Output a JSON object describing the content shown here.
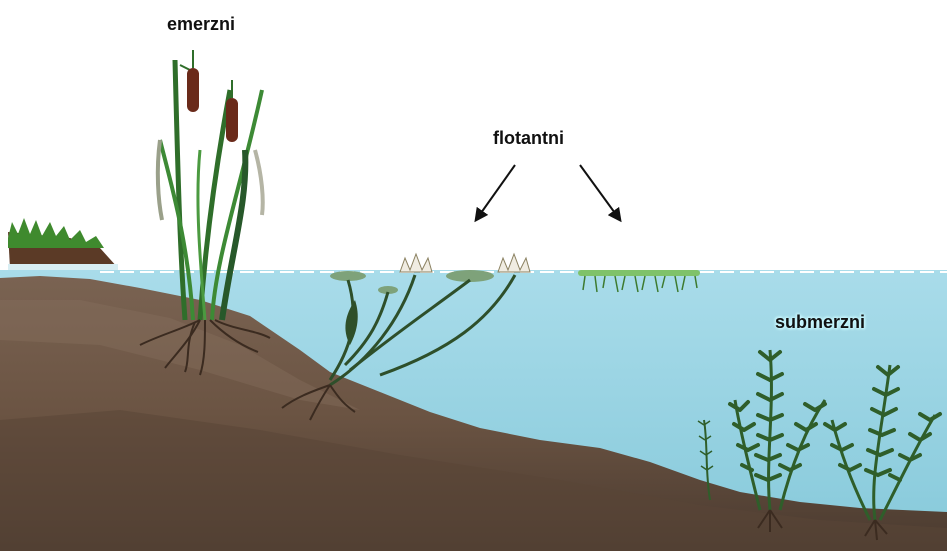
{
  "labels": {
    "emergent": "emerzni",
    "floating": "flotantni",
    "submerged": "submerzni"
  },
  "colors": {
    "water": "#8fd0df",
    "soil": "#6b5443",
    "soil_dark": "#4a3a2f",
    "grass": "#3f8a2e",
    "reed": "#2f6e2a",
    "cattail": "#6a2a1a",
    "submerged_plant": "#2f5e2a",
    "lily_pad": "#7ea27a"
  },
  "icons": [
    "cattail-plant",
    "water-lily",
    "duckweed",
    "submerged-plant",
    "arrow"
  ]
}
